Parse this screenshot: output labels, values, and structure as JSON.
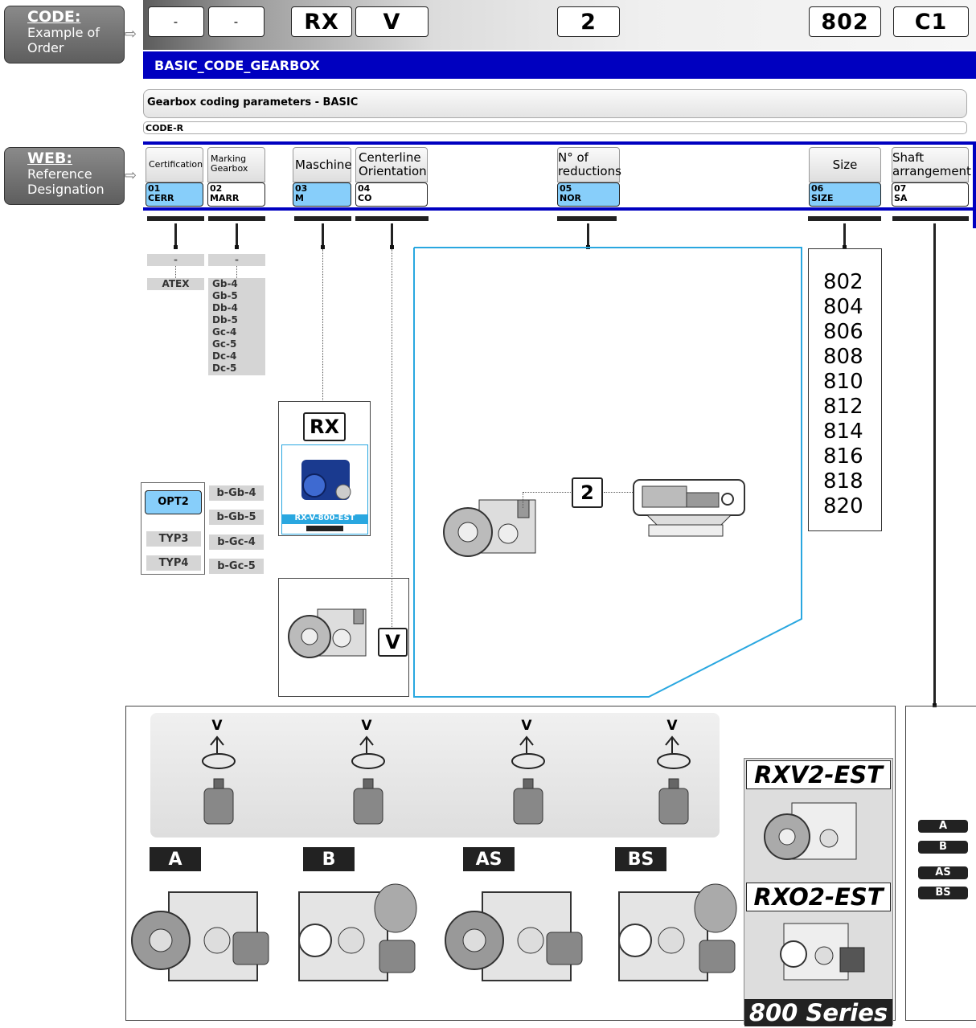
{
  "code_label": {
    "title": "CODE:",
    "line1": "Example of",
    "line2": "Order"
  },
  "web_label": {
    "title": "WEB:",
    "line1": "Reference",
    "line2": "Designation"
  },
  "order_code": [
    "-",
    "-",
    "RX",
    "V",
    "2",
    "802",
    "C1"
  ],
  "section_title": "BASIC_CODE_GEARBOX",
  "subsection": "Gearbox coding parameters - BASIC",
  "code_r": "CODE-R",
  "params": [
    {
      "name": "Certification",
      "num": "01",
      "code": "CERR"
    },
    {
      "name": "Marking Gearbox",
      "num": "02",
      "code": "MARR"
    },
    {
      "name": "Maschine",
      "num": "03",
      "code": "M"
    },
    {
      "name": "Centerline Orientation",
      "num": "04",
      "code": "CO"
    },
    {
      "name": "N° of reductions",
      "num": "05",
      "code": "NOR"
    },
    {
      "name": "Size",
      "num": "06",
      "code": "SIZE"
    },
    {
      "name": "Shaft arrangement",
      "num": "07",
      "code": "SA"
    }
  ],
  "certification_options": [
    "-",
    "ATEX"
  ],
  "marking_options": [
    "-",
    "Gb-4",
    "Gb-5",
    "Db-4",
    "Db-5",
    "Gc-4",
    "Gc-5",
    "Dc-4",
    "Dc-5"
  ],
  "opt_types": [
    "OPT2",
    "TYP3",
    "TYP4"
  ],
  "b_options": [
    "b-Gb-4",
    "b-Gb-5",
    "b-Gc-4",
    "b-Gc-5"
  ],
  "machine": {
    "code": "RX",
    "caption": "RX-V-800-EST"
  },
  "orientation": {
    "code": "V"
  },
  "reductions": {
    "code": "2"
  },
  "sizes": [
    "802",
    "804",
    "806",
    "808",
    "810",
    "812",
    "814",
    "816",
    "818",
    "820"
  ],
  "rotation_label": "V",
  "arrangements": [
    "A",
    "B",
    "AS",
    "BS"
  ],
  "side_arrangements": [
    "A",
    "B",
    "AS",
    "BS"
  ],
  "series_models": [
    "RXV2-EST",
    "RXO2-EST"
  ],
  "series_name": "800 Series",
  "colors": {
    "blue_bar": "#0000c0",
    "highlight": "#87cefa",
    "frame": "#29a7e0"
  }
}
